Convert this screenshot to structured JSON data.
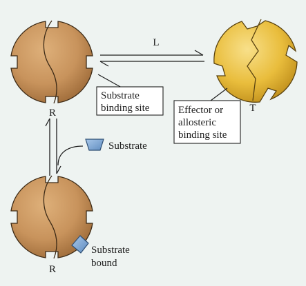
{
  "equilibrium_constant_label": "L",
  "r_state_top_label": "R",
  "t_state_label": "T",
  "r_state_bottom_label": "R",
  "substrate_binding_site_callout": [
    "Substrate",
    "binding site"
  ],
  "effector_site_callout": [
    "Effector or",
    "allosteric",
    "binding site"
  ],
  "substrate_label": "Substrate",
  "substrate_bound_label": [
    "Substrate",
    "bound"
  ],
  "colors": {
    "background": "#eef3f1",
    "r_state_fill": "#c8935c",
    "t_state_fill": "#e9bd3c",
    "substrate_fill": "#7fa8d6",
    "stroke": "#3c2a16"
  }
}
